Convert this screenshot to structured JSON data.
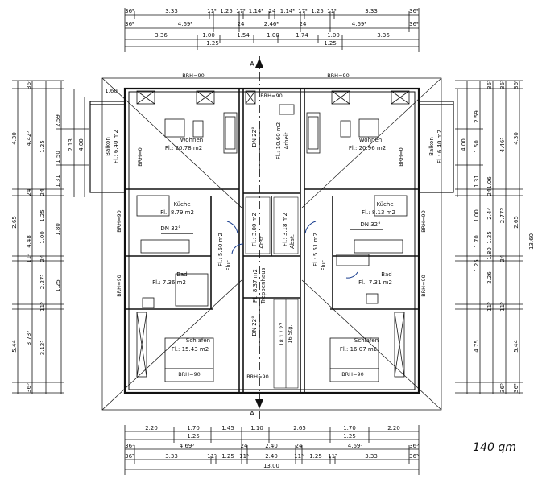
{
  "colors": {
    "line": "#111111",
    "accent": "#1a3f8f",
    "handwriting": "#1e3a8a"
  },
  "dims": {
    "top_row1": [
      "36⁵",
      "3.33",
      "11⁵",
      "1.25",
      "17⁵",
      "1.14⁵",
      "24",
      "1.14⁵",
      "17⁵",
      "1.25",
      "11⁵",
      "3.33",
      "36⁵"
    ],
    "top_row2": [
      "36⁵",
      "4.69⁵",
      "24",
      "2.46⁵",
      "24",
      "4.69⁵",
      "36⁵"
    ],
    "top_row3": [
      "3.36",
      "1.00",
      "1.54",
      "1.00",
      "1.74",
      "1.00",
      "3.36"
    ],
    "top_row4": [
      "1.25",
      "1.25"
    ],
    "bottom_row1": [
      "2.20",
      "1.70",
      "1.45",
      "1.10",
      "2.65",
      "1.70",
      "2.20"
    ],
    "bottom_row2": [
      "1.25",
      "1.25"
    ],
    "bottom_row3": [
      "36⁵",
      "4.69⁵",
      "24",
      "2.40",
      "24",
      "4.69⁵",
      "36⁵"
    ],
    "bottom_row4": [
      "36⁵",
      "3.33",
      "11⁵",
      "1.25",
      "11⁵",
      "2.40",
      "11⁵",
      "1.25",
      "11⁵",
      "3.33",
      "36⁵"
    ],
    "bottom_total": "13.00",
    "left_col1": [
      "4.30",
      "2.65",
      "5.44"
    ],
    "left_col2": [
      "4.42⁵",
      "4.48",
      "3.73⁵"
    ],
    "left_col3": [
      "36⁵",
      "24",
      "11⁵",
      "2.27⁵",
      "11⁵",
      "36⁵"
    ],
    "left_col4": [
      "2.59",
      "1.50",
      "1.31",
      "1.80",
      "1.25",
      "3.12⁵",
      "24",
      "24",
      "1.25"
    ],
    "left_col5": [
      "1.60",
      "2.13",
      "1.00",
      "1.25"
    ],
    "left_col6": [
      "4.00"
    ],
    "right_col1": [
      "1.50",
      "1.31",
      "1.00",
      "1.70",
      "1.25",
      "2.26",
      "4.75"
    ],
    "right_col2": [
      "2.59",
      "24",
      "1.06",
      "1.25",
      "1.80",
      "24"
    ],
    "right_col3": [
      "4.30",
      "2.65",
      "5.44"
    ],
    "right_col4": [
      "4.46⁵",
      "2.77⁵"
    ],
    "right_col5": [
      "13.60"
    ],
    "right_small": [
      "36⁵",
      "36⁵",
      "36⁵",
      "36⁵",
      "11⁵",
      "11⁵"
    ],
    "right_col6": [
      "4.00",
      "2.44"
    ],
    "right_top": [
      "36⁵"
    ]
  },
  "brh": {
    "top_left": "BRH=90",
    "top_right": "BRH=90",
    "top_center": "BRH=90",
    "bottom_center": "BRH=90",
    "sleep_left": "BRH=90",
    "sleep_right": "BRH=90",
    "side_left1": "BRH=90",
    "side_left2": "BRH=90",
    "side_right1": "BRH=90",
    "side_right2": "BRH=90",
    "balcony_left": "BRH=0",
    "balcony_right": "BRH=0"
  },
  "section": {
    "top": "A",
    "bottom": "A"
  },
  "rooms": {
    "wohnen_left": {
      "name": "Wohnen",
      "area": "Fl.: 20.78 m2"
    },
    "wohnen_right": {
      "name": "Wohnen",
      "area": "Fl.: 20.96 m2"
    },
    "balkon_left": {
      "name": "Balkon",
      "area": "Fl.: 6.40 m2"
    },
    "balkon_right": {
      "name": "Balkon",
      "area": "Fl.: 6.40 m2"
    },
    "arbeit": {
      "name": "Arbeit",
      "area": "Fl.: 10.60 m2"
    },
    "kuche_left": {
      "name": "Küche",
      "area": "Fl.: 8.79 m2"
    },
    "kuche_right": {
      "name": "Küche",
      "area": "Fl.: 8.13 m2"
    },
    "abst_left": {
      "name": "Abst.",
      "area": "Fl.: 3.00 m2"
    },
    "abst_right": {
      "name": "Abst.",
      "area": "Fl.: 3.18 m2"
    },
    "flur_left": {
      "name": "Flur",
      "area": "Fl.: 5.60 m2"
    },
    "flur_right": {
      "name": "Flur",
      "area": "Fl.: 5.51 m2"
    },
    "bad_left": {
      "name": "Bad",
      "area": "Fl.: 7.36 m2"
    },
    "bad_right": {
      "name": "Bad",
      "area": "Fl.: 7.31 m2"
    },
    "treppenhaus": {
      "name": "Treppenhaus",
      "area": "Fl.: 8.37 m2"
    },
    "schlafen_left": {
      "name": "Schlafen",
      "area": "Fl.: 15.43 m2"
    },
    "schlafen_right": {
      "name": "Schlafen",
      "area": "Fl.: 16.07 m2"
    }
  },
  "roof": {
    "dn_top": "DN 22°",
    "dn_bottom": "DN 22°",
    "dn_left": "DN 32°",
    "dn_right": "DN 32°"
  },
  "stair": {
    "label": "18.1 / 27",
    "steps": "16 Stg."
  },
  "handnote": "140 qm"
}
